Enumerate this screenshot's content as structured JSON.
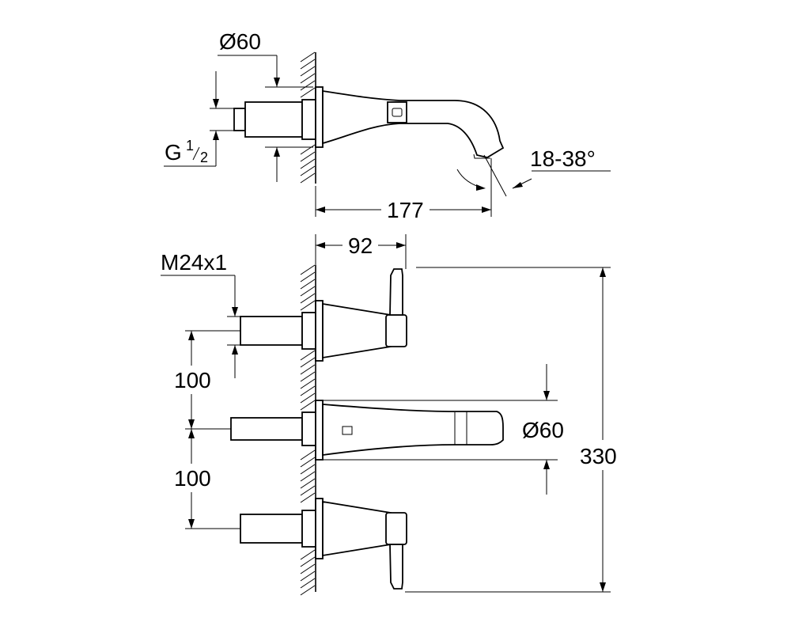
{
  "labels": {
    "top_diameter": "Ø60",
    "top_thread_main": "G",
    "top_thread_num": "1",
    "top_thread_den": "2",
    "angle": "18-38°",
    "top_length": "177",
    "bottom_depth": "92",
    "bottom_thread": "M24x1",
    "spacing_upper": "100",
    "spacing_lower": "100",
    "bottom_diameter": "Ø60",
    "overall_height": "330"
  }
}
